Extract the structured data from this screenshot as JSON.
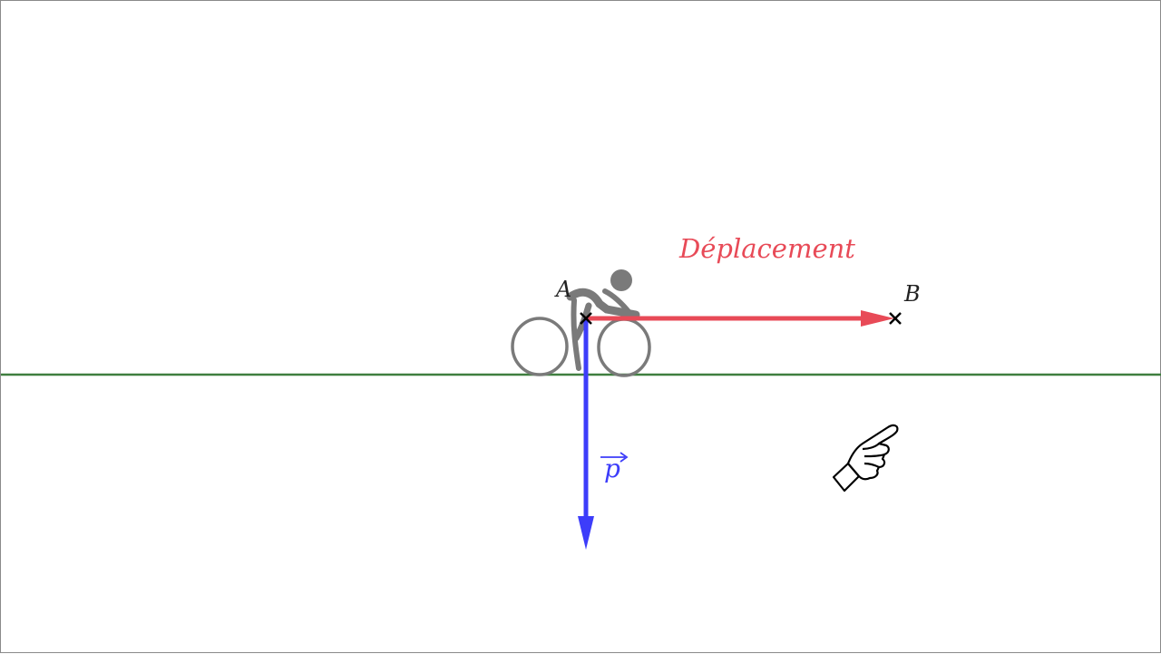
{
  "colors": {
    "ground": "#3f7f3f",
    "displacement": "#e84a57",
    "weight": "#3d3dfa",
    "marker": "#000000",
    "cyclist": "#7a7a7a"
  },
  "labels": {
    "point_a": "A",
    "point_b": "B",
    "displacement": "Déplacement",
    "weight_vector": "p"
  },
  "icons": {
    "cyclist": "cyclist-icon",
    "pointer": "pointing-hand-icon"
  }
}
